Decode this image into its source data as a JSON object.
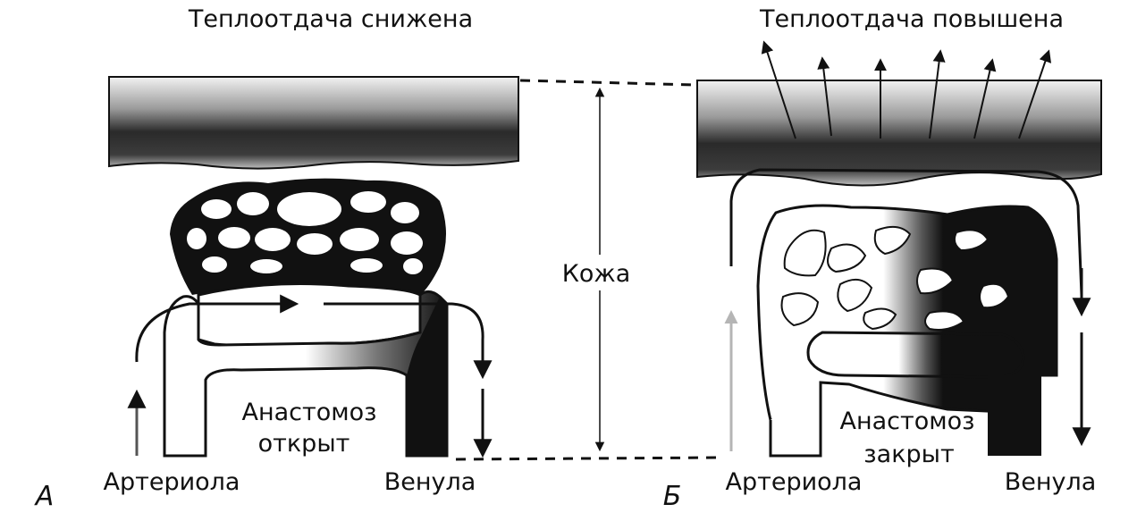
{
  "panel_a": {
    "letter": "А",
    "title": "Теплоотдача снижена",
    "anastomosis_line1": "Анастомоз",
    "anastomosis_line2": "открыт",
    "arteriole": "Артериола",
    "venule": "Венула"
  },
  "panel_b": {
    "letter": "Б",
    "title": "Теплоотдача повышена",
    "anastomosis_line1": "Анастомоз",
    "anastomosis_line2": "закрыт",
    "arteriole": "Артериола",
    "venule": "Венула"
  },
  "skin_label": "Кожа",
  "colors": {
    "ink": "#111111",
    "skin_dark": "#2a2a2a",
    "skin_light": "#e6e6e6",
    "faded_arrow": "#b5b5b5"
  }
}
